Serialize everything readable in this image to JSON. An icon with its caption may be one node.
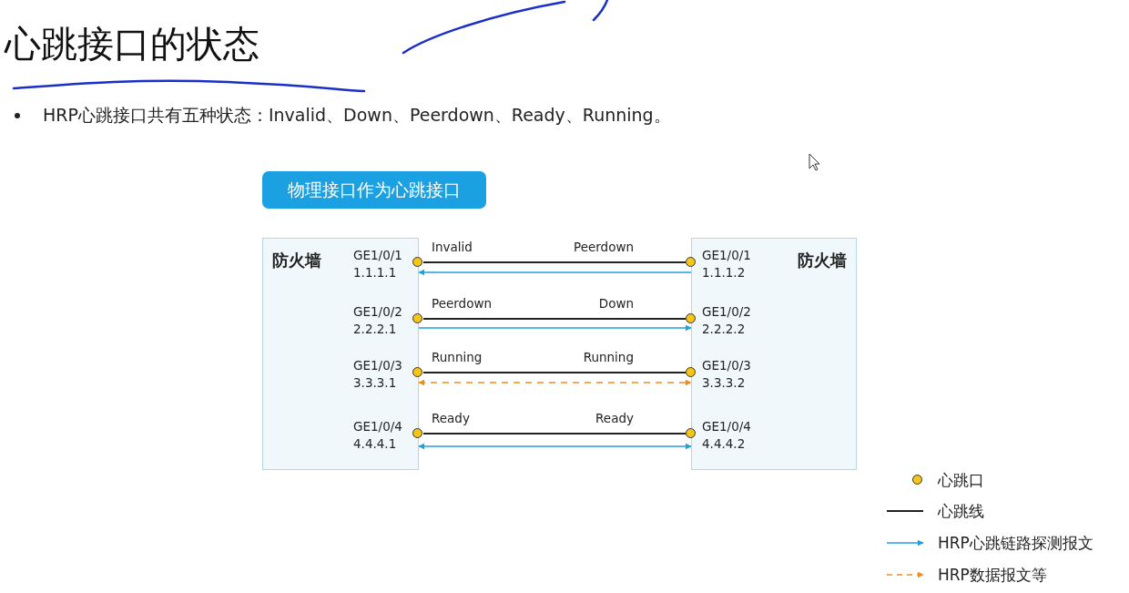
{
  "diagram": {
    "title": "心跳接口的状态",
    "nodes": [
      {
        "text": [
          "物理接口作为心跳接口"
        ]
      },
      {
        "text": [
          "防火墙"
        ]
      },
      {
        "text": [],
        "shape": "circle"
      },
      {
        "text": [],
        "shape": "circle"
      },
      {
        "text": [],
        "shape": "circle"
      },
      {
        "text": [],
        "shape": "circle"
      },
      {
        "text": [
          "防火墙"
        ]
      },
      {
        "text": [],
        "shape": "circle"
      },
      {
        "text": [],
        "shape": "circle"
      },
      {
        "text": [],
        "shape": "circle"
      },
      {
        "text": [],
        "shape": "circle"
      }
    ],
    "edges": [
      {
        "from": 2,
        "to": 7,
        "arrow": "none"
      },
      {
        "from": 6,
        "to": 1,
        "arrow": "to",
        "color": "#1fa0e0"
      },
      {
        "from": 3,
        "to": 8,
        "arrow": "none"
      },
      {
        "from": 1,
        "to": 6,
        "arrow": "to",
        "color": "#1fa0e0"
      },
      {
        "from": 4,
        "to": 9,
        "arrow": "none"
      },
      {
        "from": 1,
        "to": 6,
        "arrow": "both",
        "style": "dashed",
        "color": "#f08c1e"
      },
      {
        "from": 5,
        "to": 10,
        "arrow": "none"
      },
      {
        "from": 1,
        "to": 6,
        "arrow": "both",
        "color": "#1fa0e0"
      }
    ],
    "labels": [
      "HRP心跳接口共有五种状态：Invalid、Down、Peerdown、Ready、Running。",
      "GE1/0/1 1.1.1.1",
      "Invalid",
      "Peerdown",
      "GE1/0/1 1.1.1.2",
      "GE1/0/2 2.2.2.1",
      "Peerdown",
      "Down",
      "GE1/0/2 2.2.2.2",
      "GE1/0/3 3.3.3.1",
      "Running",
      "Running",
      "GE1/0/3 3.3.3.2",
      "GE1/0/4 4.4.4.1",
      "Ready",
      "Ready",
      "GE1/0/4 4.4.4.2"
    ],
    "legend": [
      {
        "text": "心跳口"
      },
      {
        "text": "心跳线"
      },
      {
        "text": "HRP心跳链路探测报文"
      },
      {
        "text": "HRP数据报文等"
      }
    ]
  }
}
